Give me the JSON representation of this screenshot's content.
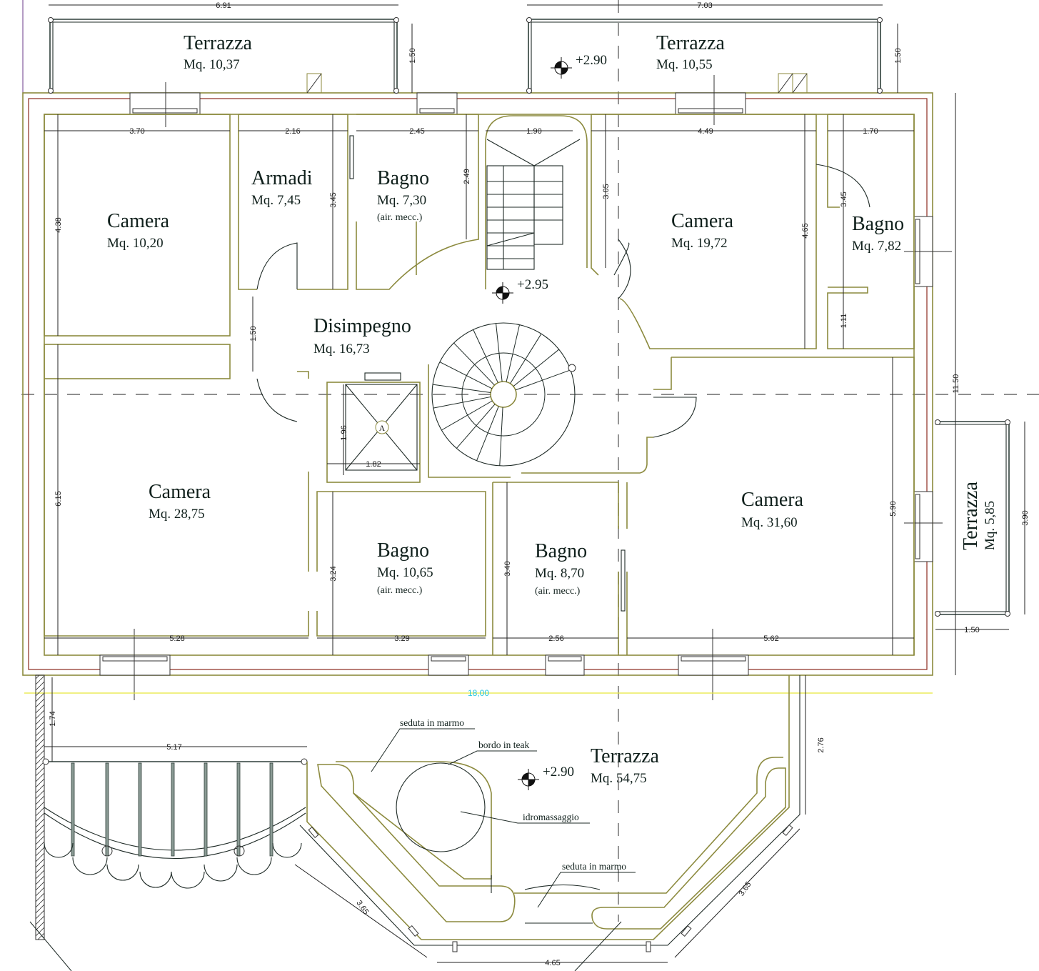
{
  "plan": {
    "colors": {
      "wall": "#8c8a3e",
      "wall_inner": "#8b2a1e",
      "line": "#1e2a26",
      "overall_dimension": "#29c6e0",
      "overall_line": "#e8e83a"
    },
    "rooms": [
      {
        "id": "terrazza-nw",
        "name": "Terrazza",
        "area": "Mq. 10,37"
      },
      {
        "id": "terrazza-ne",
        "name": "Terrazza",
        "area": "Mq. 10,55"
      },
      {
        "id": "camera-nw",
        "name": "Camera",
        "area": "Mq. 10,20"
      },
      {
        "id": "armadi",
        "name": "Armadi",
        "area": "Mq. 7,45"
      },
      {
        "id": "bagno-n",
        "name": "Bagno",
        "area": "Mq. 7,30",
        "note": "(air. mecc.)"
      },
      {
        "id": "camera-ne",
        "name": "Camera",
        "area": "Mq. 19,72"
      },
      {
        "id": "bagno-ne",
        "name": "Bagno",
        "area": "Mq. 7,82"
      },
      {
        "id": "disimpegno",
        "name": "Disimpegno",
        "area": "Mq. 16,73"
      },
      {
        "id": "camera-sw",
        "name": "Camera",
        "area": "Mq. 28,75"
      },
      {
        "id": "bagno-s1",
        "name": "Bagno",
        "area": "Mq. 10,65",
        "note": "(air. mecc.)"
      },
      {
        "id": "bagno-s2",
        "name": "Bagno",
        "area": "Mq. 8,70",
        "note": "(air. mecc.)"
      },
      {
        "id": "camera-se",
        "name": "Camera",
        "area": "Mq. 31,60"
      },
      {
        "id": "terrazza-e",
        "name": "Terrazza",
        "area": "Mq. 5,85"
      },
      {
        "id": "terrazza-s",
        "name": "Terrazza",
        "area": "Mq. 54,75"
      }
    ],
    "levels": [
      "+2.90",
      "+2.95",
      "+2.90"
    ],
    "lift_label": "A",
    "dimensions": {
      "top_left_terrace_width": "6.91",
      "top_right_terrace_width": "7.03",
      "top_left_terrace_depth": "1.50",
      "top_right_terrace_depth": "1.50",
      "camera_nw_width": "3.70",
      "armadi_width": "2.16",
      "bagno_n_width": "2.45",
      "stair_width": "1.90",
      "camera_ne_width": "4.49",
      "bagno_ne_width": "1.70",
      "camera_nw_depth": "4.38",
      "armadi_depth": "3.45",
      "bagno_n_depth": "2.49",
      "stair_side_depth": "3.05",
      "camera_ne_depth": "4.65",
      "bagno_ne_depth": "3.45",
      "bagno_ne_lower": "1.11",
      "corridor_width": "1.50",
      "overall_depth": "11.50",
      "lift_depth": "1.96",
      "lift_width": "1.82",
      "camera_sw_depth": "6.15",
      "bagno_s1_depth": "3.24",
      "bagno_s2_depth": "3.40",
      "camera_se_depth": "5.90",
      "east_terrace_length": "3.90",
      "east_terrace_width": "1.50",
      "camera_sw_width": "5.28",
      "bagno_s1_width": "3.29",
      "bagno_s2_width": "2.56",
      "camera_se_width": "5.62",
      "overall_width": "18,00",
      "pergola_depth": "1.74",
      "pergola_width": "5.17",
      "south_right_depth": "2.76",
      "diag_left": "3.65",
      "diag_right": "3.65",
      "south_bottom": "4.65"
    },
    "annotations": {
      "seduta_top": "seduta in marmo",
      "bordo": "bordo in teak",
      "idromassaggio": "idromassaggio",
      "seduta_bottom": "seduta in marmo"
    }
  }
}
